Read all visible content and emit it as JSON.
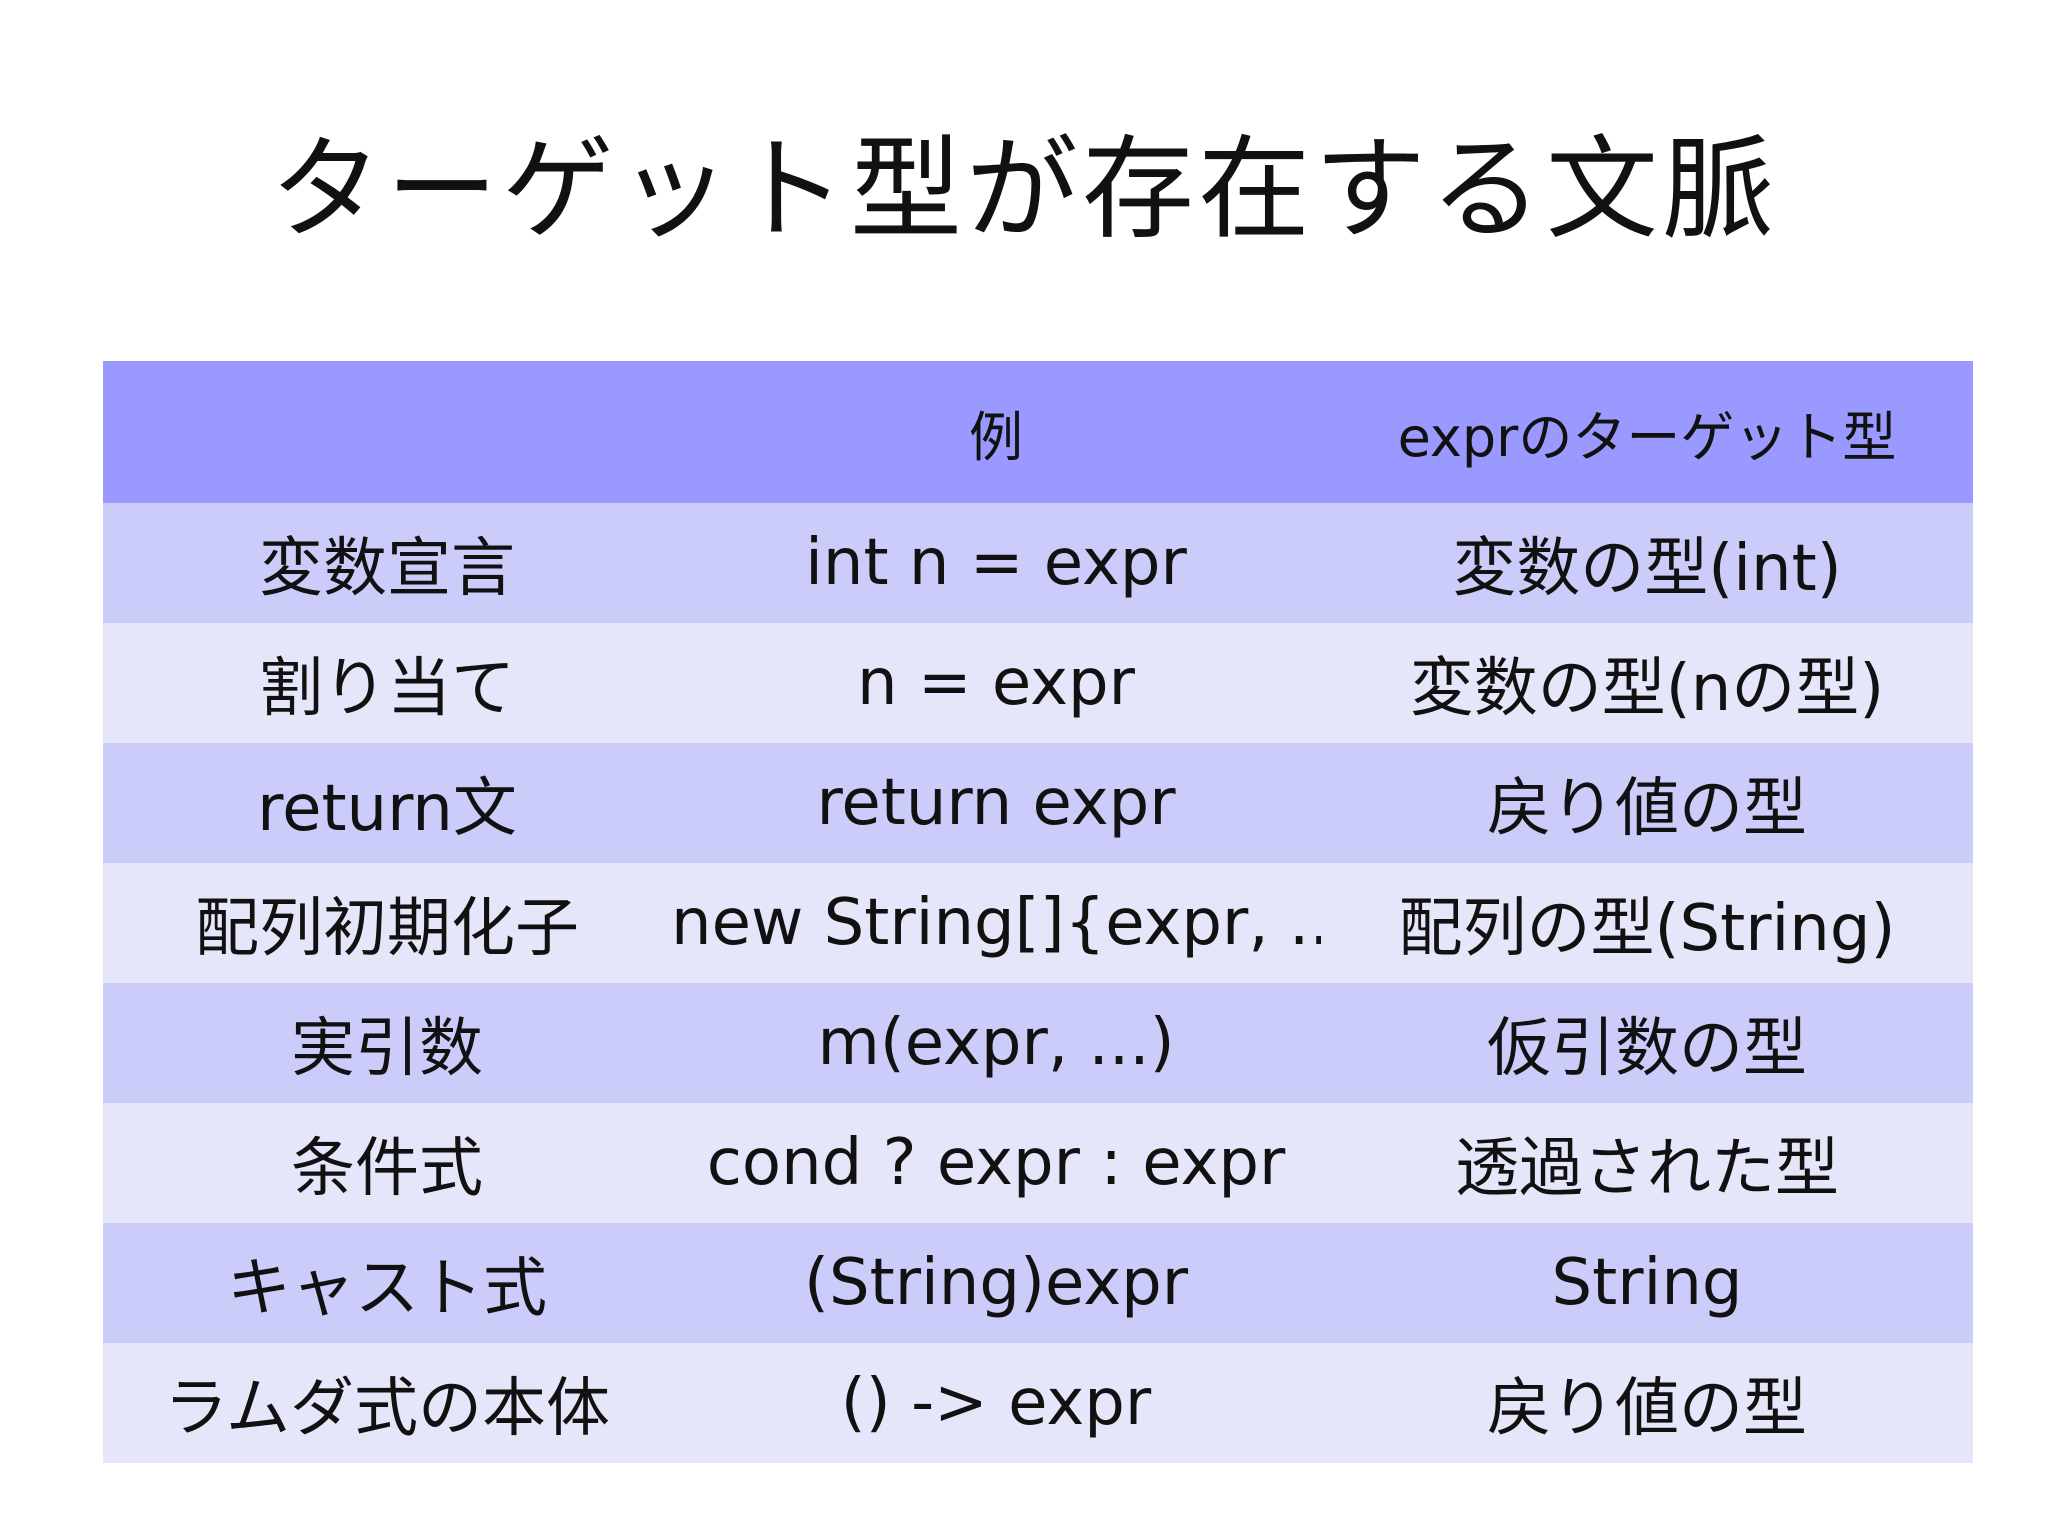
{
  "slide": {
    "title": "ターゲット型が存在する文脈"
  },
  "table": {
    "headers": [
      "",
      "例",
      "exprのターゲット型"
    ],
    "rows": [
      [
        "変数宣言",
        "int n = expr",
        "変数の型(int)"
      ],
      [
        "割り当て",
        "n = expr",
        "変数の型(nの型)"
      ],
      [
        "return文",
        "return expr",
        "戻り値の型"
      ],
      [
        "配列初期化子",
        "new String[]{expr, ...}",
        "配列の型(String)"
      ],
      [
        "実引数",
        "m(expr, ...)",
        "仮引数の型"
      ],
      [
        "条件式",
        "cond ? expr : expr",
        "透過された型"
      ],
      [
        "キャスト式",
        "(String)expr",
        "String"
      ],
      [
        "ラムダ式の本体",
        "() -> expr",
        "戻り値の型"
      ]
    ]
  },
  "colors": {
    "header_background": "#9999ff",
    "row_odd_background": "#ccccfa",
    "row_even_background": "#e6e6fb",
    "page_background": "#ffffff",
    "text": "#111111"
  }
}
